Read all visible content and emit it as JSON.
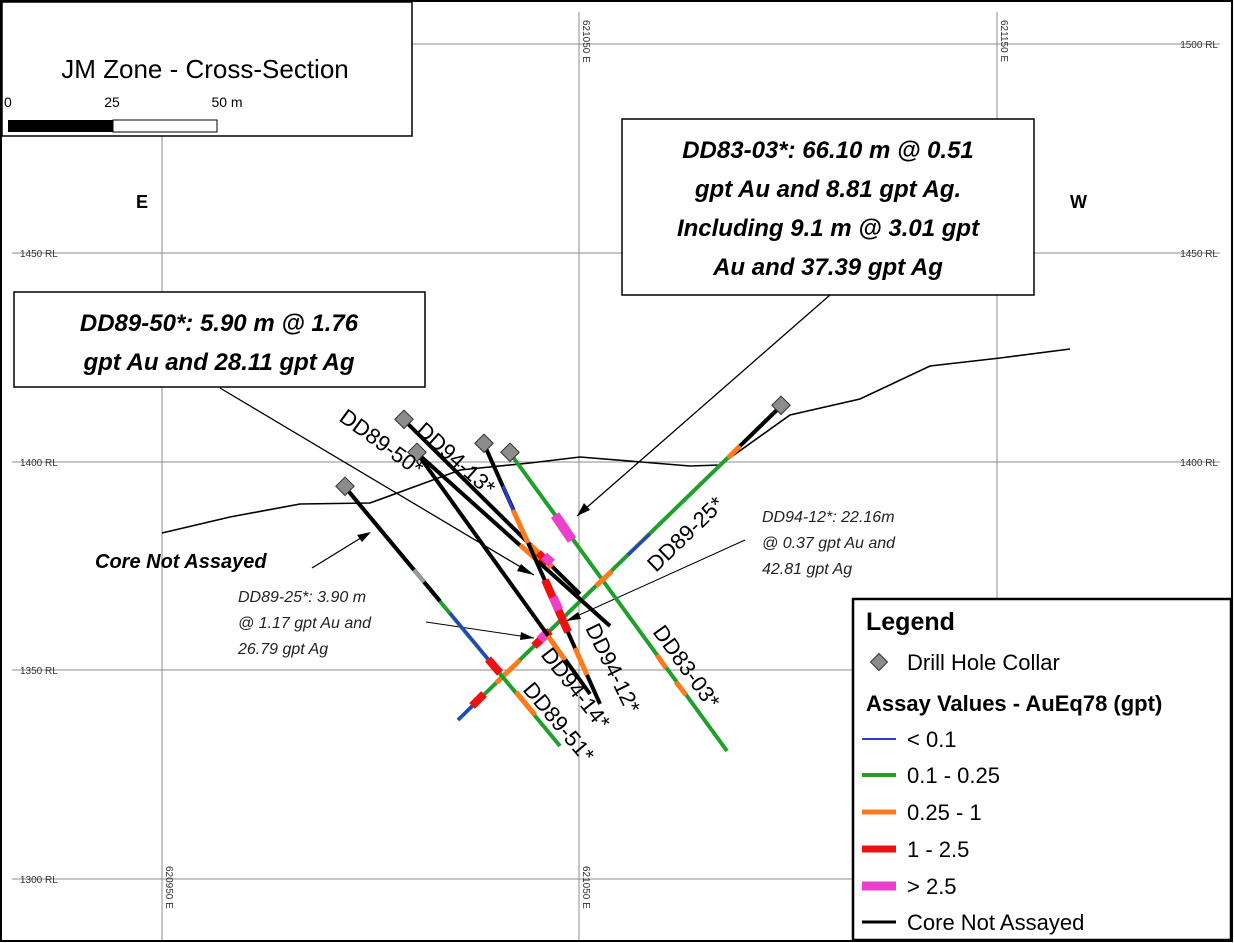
{
  "title": "JM Zone - Cross-Section",
  "scale_bar": {
    "ticks": [
      "0",
      "25",
      "50 m"
    ]
  },
  "directions": {
    "left": "E",
    "right": "W"
  },
  "grid": {
    "elevations": [
      "1500 RL",
      "1450 RL",
      "1400 RL",
      "1350 RL",
      "1300 RL"
    ],
    "eastings_top": [
      "621050 E",
      "621150 E"
    ],
    "eastings_bottom": [
      "620950 E",
      "621050 E"
    ]
  },
  "callouts": {
    "dd83_03": [
      "DD83-03*: 66.10 m @ 0.51",
      "gpt Au and 8.81 gpt Ag.",
      "Including 9.1 m @ 3.01 gpt",
      "Au and 37.39 gpt Ag"
    ],
    "dd89_50": [
      "DD89-50*: 5.90 m @ 1.76",
      "gpt Au and 28.11 gpt Ag"
    ],
    "dd94_12": [
      "DD94-12*: 22.16m",
      "@ 0.37 gpt Au and",
      "42.81 gpt Ag"
    ],
    "dd89_25": [
      "DD89-25*: 3.90 m",
      "@ 1.17 gpt Au and",
      "26.79 gpt Ag"
    ],
    "core_not_assayed": "Core Not Assayed"
  },
  "holes": {
    "dd89_50": "DD89-50*",
    "dd94_13": "DD94-13*",
    "dd89_25": "DD89-25*",
    "dd83_03": "DD83-03*",
    "dd94_12": "DD94-12*",
    "dd94_14": "DD94-14*",
    "dd89_51": "DD89-51*"
  },
  "legend": {
    "title": "Legend",
    "collar": "Drill Hole Collar",
    "subtitle": "Assay Values - AuEq78 (gpt)",
    "items": [
      "< 0.1",
      "0.1 - 0.25",
      "0.25 - 1",
      "1 - 2.5",
      "> 2.5",
      "Core Not Assayed"
    ]
  },
  "colors": {
    "lt_0_1": "#2a3cd8",
    "r_0_1_0_25": "#1fa02a",
    "r_0_25_1": "#ff7a1a",
    "r_1_2_5": "#ee1111",
    "gt_2_5": "#ee3fcc",
    "not_assayed": "#000000",
    "collar": "#8c8c8c"
  }
}
